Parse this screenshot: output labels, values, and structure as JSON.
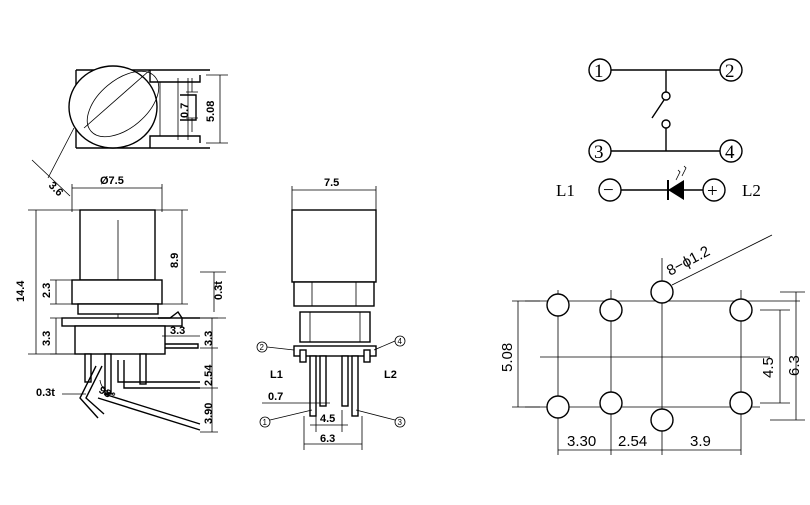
{
  "top_view": {
    "dim_a": "0.7",
    "dim_b": "5.08",
    "dim_c": "3.6"
  },
  "side_view": {
    "dia": "Ø7.5",
    "h_cap": "8.9",
    "h_total": "14.4",
    "h_flange": "2.3",
    "t_flange": "0.3t",
    "h_body": "3.3",
    "w_tab": "3.3",
    "h_tab": "3.3",
    "h_pin1": "2.54",
    "h_pin2": "3.90",
    "t_pin": "0.3t",
    "angle": "98°"
  },
  "front_view": {
    "width": "7.5",
    "pin_w": "0.7",
    "pin_pitch_in": "4.5",
    "pin_pitch_out": "6.3",
    "led_left": "L1",
    "led_right": "L2",
    "pins": [
      "1",
      "2",
      "3",
      "4"
    ]
  },
  "schematic": {
    "pins": [
      "1",
      "2",
      "3",
      "4"
    ],
    "led_left": "L1",
    "led_right": "L2",
    "minus": "−",
    "plus": "+"
  },
  "pcb": {
    "holes": "8−ϕ1.2",
    "h_left": "5.08",
    "h_right_in": "4.5",
    "h_right_out": "6.3",
    "x1": "3.30",
    "x2": "2.54",
    "x3": "3.9"
  }
}
